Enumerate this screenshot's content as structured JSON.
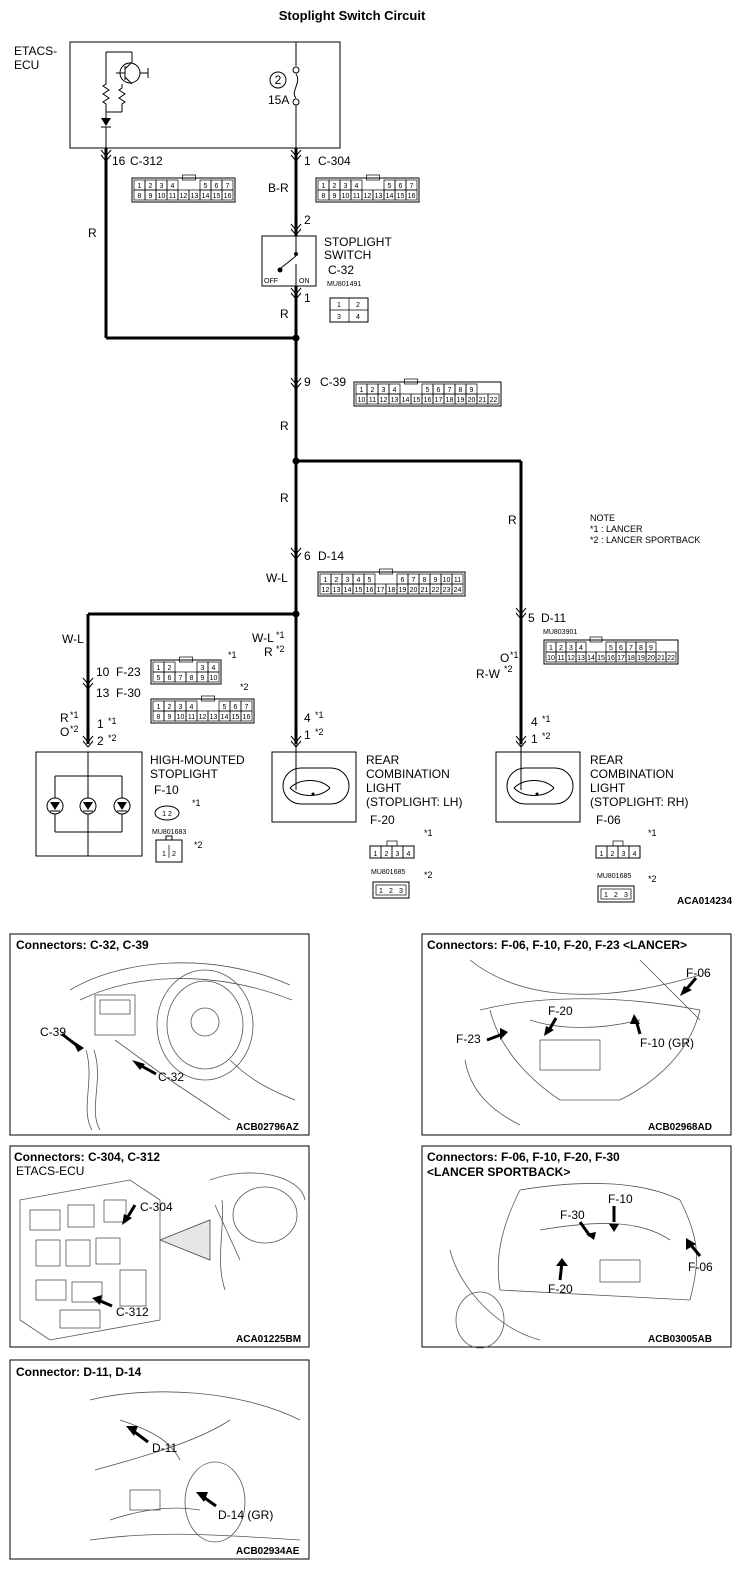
{
  "title": "Stoplight Switch Circuit",
  "ecu": {
    "label_line1": "ETACS-",
    "label_line2": "ECU",
    "fuse_no": "2",
    "fuse_amp": "15A"
  },
  "pins": {
    "p16_c312": "16",
    "c312": "C-312",
    "p1_c304": "1",
    "c304": "C-304",
    "p2": "2",
    "p1_sw": "1",
    "p9": "9",
    "c39": "C-39",
    "p6": "6",
    "d14": "D-14",
    "p5": "5",
    "d11": "D-11",
    "p10": "10",
    "f23": "F-23",
    "p13": "13",
    "f30": "F-30",
    "hm_p1": "1",
    "hm_p2": "2",
    "lh_p4": "4",
    "lh_p1": "1",
    "rh_p4": "4",
    "rh_p1": "1"
  },
  "wires": {
    "r_left": "R",
    "br": "B-R",
    "r_sw": "R",
    "r_c39": "R",
    "r_mid": "R",
    "r_right": "R",
    "wl_main": "W-L",
    "wl_left": "W-L",
    "wl_star1": "W-L",
    "r_star2": "R",
    "o_star1": "O",
    "rw_star2": "R-W",
    "hm_r": "R",
    "hm_o": "O"
  },
  "stars": {
    "s1": "*1",
    "s2": "*2"
  },
  "connectors": {
    "c312_top": [
      "1",
      "2",
      "3",
      "4",
      "5",
      "6",
      "7"
    ],
    "c312_bot": [
      "8",
      "9",
      "10",
      "11",
      "12",
      "13",
      "14",
      "15",
      "16"
    ],
    "c304_top": [
      "1",
      "2",
      "3",
      "4",
      "5",
      "6",
      "7"
    ],
    "c304_bot": [
      "8",
      "9",
      "10",
      "11",
      "12",
      "13",
      "14",
      "15",
      "16"
    ],
    "c39_top": [
      "1",
      "2",
      "3",
      "4",
      "5",
      "6",
      "7",
      "8",
      "9"
    ],
    "c39_bot": [
      "10",
      "11",
      "12",
      "13",
      "14",
      "15",
      "16",
      "17",
      "18",
      "19",
      "20",
      "21",
      "22"
    ],
    "d14_top": [
      "1",
      "2",
      "3",
      "4",
      "5",
      "6",
      "7",
      "8",
      "9",
      "10",
      "11"
    ],
    "d14_bot": [
      "12",
      "13",
      "14",
      "15",
      "16",
      "17",
      "18",
      "19",
      "20",
      "21",
      "22",
      "23",
      "24"
    ],
    "d11_top": [
      "1",
      "2",
      "3",
      "4",
      "5",
      "6",
      "7",
      "8",
      "9"
    ],
    "d11_bot": [
      "10",
      "11",
      "12",
      "13",
      "14",
      "15",
      "16",
      "17",
      "18",
      "19",
      "20",
      "21",
      "22"
    ],
    "f23_top": [
      "1",
      "2",
      "3",
      "4"
    ],
    "f23_bot": [
      "5",
      "6",
      "7",
      "8",
      "9",
      "10"
    ],
    "f30_top": [
      "1",
      "2",
      "3",
      "4",
      "5",
      "6",
      "7"
    ],
    "f30_bot": [
      "8",
      "9",
      "10",
      "11",
      "12",
      "13",
      "14",
      "15",
      "16"
    ],
    "c32": [
      "1",
      "2",
      "3",
      "4"
    ],
    "f10_pins": "1 2",
    "four": [
      "1",
      "2",
      "3",
      "4"
    ],
    "three": [
      "1",
      "2",
      "3"
    ],
    "two": [
      "1",
      "2"
    ]
  },
  "switch": {
    "line1": "STOPLIGHT",
    "line2": "SWITCH",
    "code": "C-32",
    "part": "MU801491",
    "off": "OFF",
    "on": "ON"
  },
  "hm": {
    "line1": "HIGH-MOUNTED",
    "line2": "STOPLIGHT",
    "code": "F-10",
    "part": "MU801683"
  },
  "lh": {
    "line1": "REAR",
    "line2": "COMBINATION",
    "line3": "LIGHT",
    "line4": "(STOPLIGHT: LH)",
    "code": "F-20",
    "part": "MU801685"
  },
  "rh": {
    "line1": "REAR",
    "line2": "COMBINATION",
    "line3": "LIGHT",
    "line4": "(STOPLIGHT: RH)",
    "code": "F-06",
    "part": "MU801685"
  },
  "d11_part": "MU803901",
  "note": {
    "title": "NOTE",
    "line1": "*1 : LANCER",
    "line2": "*2 : LANCER SPORTBACK"
  },
  "diagram_code": "ACA014234",
  "panels": {
    "p1": {
      "title": "Connectors: C-32, C-39",
      "lbl_a": "C-39",
      "lbl_b": "C-32",
      "code": "ACB02796AZ"
    },
    "p2": {
      "title": "Connectors: F-06, F-10, F-20, F-23 <LANCER>",
      "lbl_a": "F-06",
      "lbl_b": "F-20",
      "lbl_c": "F-23",
      "lbl_d": "F-10 (GR)",
      "code": "ACB02968AD"
    },
    "p3": {
      "title": "Connectors: C-304, C-312",
      "sub": "ETACS-ECU",
      "lbl_a": "C-304",
      "lbl_b": "C-312",
      "code": "ACA01225BM"
    },
    "p4": {
      "title_line1": "Connectors: F-06, F-10, F-20, F-30",
      "title_line2": "<LANCER SPORTBACK>",
      "lbl_a": "F-10",
      "lbl_b": "F-30",
      "lbl_c": "F-20",
      "lbl_d": "F-06",
      "code": "ACB03005AB"
    },
    "p5": {
      "title": "Connector: D-11, D-14",
      "lbl_a": "D-11",
      "lbl_b": "D-14 (GR)",
      "code": "ACB02934AE"
    }
  }
}
